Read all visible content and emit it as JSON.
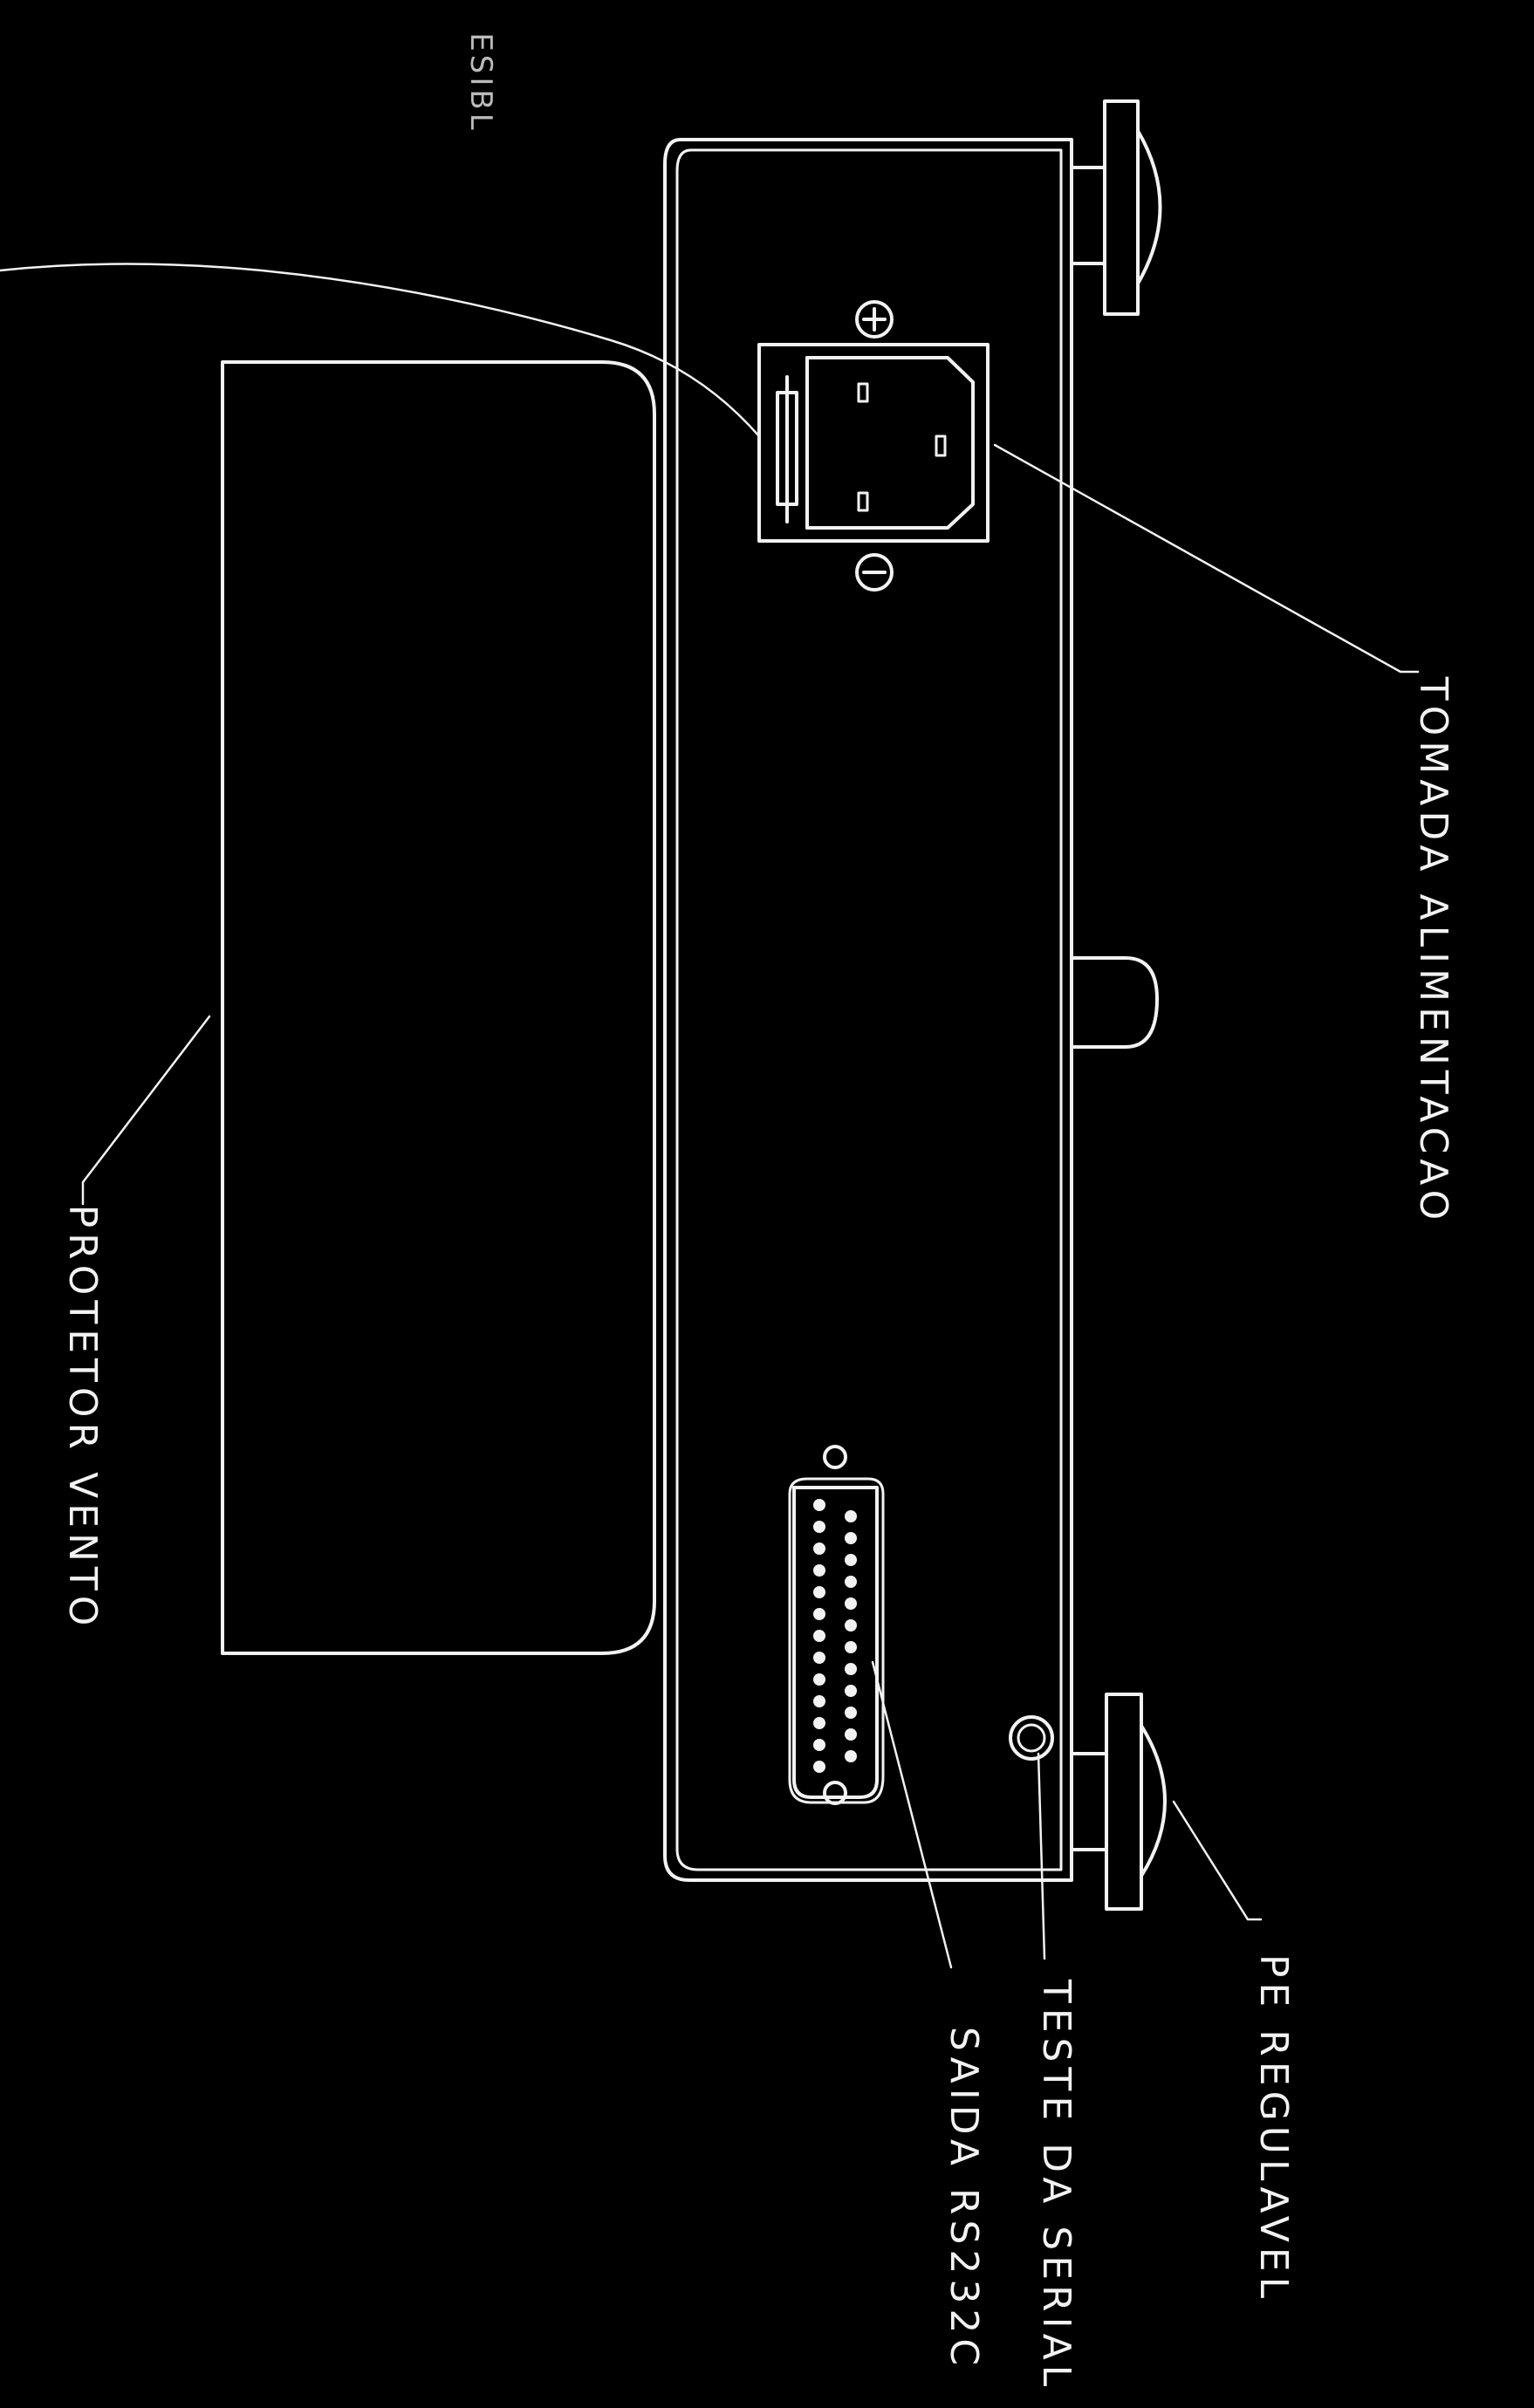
{
  "colors": {
    "background": "#000000",
    "line": "#f2f2f2"
  },
  "labels": {
    "wind_guard": "PROTETOR VENTO",
    "power_socket": "TOMADA ALIMENTACAO",
    "rs232_output": "SAIDA RS232C",
    "serial_test": "TESTE DA SERIAL",
    "adjustable_foot": "PE REGULAVEL",
    "corner_mark": "ESIBL"
  },
  "icons": {
    "power_socket": "iec-power-inlet-icon",
    "rs232_port": "db25-connector-icon",
    "serial_test": "test-jack-icon",
    "screws": "screw-icon",
    "feet": "leveling-foot-icon"
  }
}
